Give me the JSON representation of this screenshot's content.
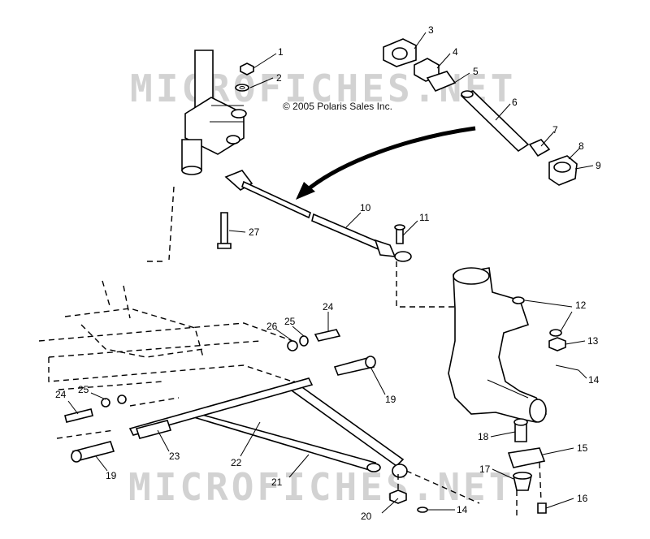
{
  "watermark_top": "MICROFICHES.NET",
  "watermark_bottom": "MICROFICHES.NET",
  "copyright": "© 2005 Polaris Sales Inc.",
  "callouts": [
    {
      "id": "c1",
      "label": "1"
    },
    {
      "id": "c2",
      "label": "2"
    },
    {
      "id": "c3",
      "label": "3"
    },
    {
      "id": "c4",
      "label": "4"
    },
    {
      "id": "c5",
      "label": "5"
    },
    {
      "id": "c6",
      "label": "6"
    },
    {
      "id": "c7",
      "label": "7"
    },
    {
      "id": "c8",
      "label": "8"
    },
    {
      "id": "c9",
      "label": "9"
    },
    {
      "id": "c10",
      "label": "10"
    },
    {
      "id": "c11",
      "label": "11"
    },
    {
      "id": "c12",
      "label": "12"
    },
    {
      "id": "c13",
      "label": "13"
    },
    {
      "id": "c14a",
      "label": "14"
    },
    {
      "id": "c15",
      "label": "15"
    },
    {
      "id": "c16",
      "label": "16"
    },
    {
      "id": "c17",
      "label": "17"
    },
    {
      "id": "c18",
      "label": "18"
    },
    {
      "id": "c19a",
      "label": "19"
    },
    {
      "id": "c19b",
      "label": "19"
    },
    {
      "id": "c20",
      "label": "20"
    },
    {
      "id": "c14b",
      "label": "14"
    },
    {
      "id": "c21",
      "label": "21"
    },
    {
      "id": "c22",
      "label": "22"
    },
    {
      "id": "c23",
      "label": "23"
    },
    {
      "id": "c24a",
      "label": "24"
    },
    {
      "id": "c24b",
      "label": "24"
    },
    {
      "id": "c25a",
      "label": "25"
    },
    {
      "id": "c25b",
      "label": "25"
    },
    {
      "id": "c26",
      "label": "26"
    },
    {
      "id": "c27",
      "label": "27"
    }
  ]
}
